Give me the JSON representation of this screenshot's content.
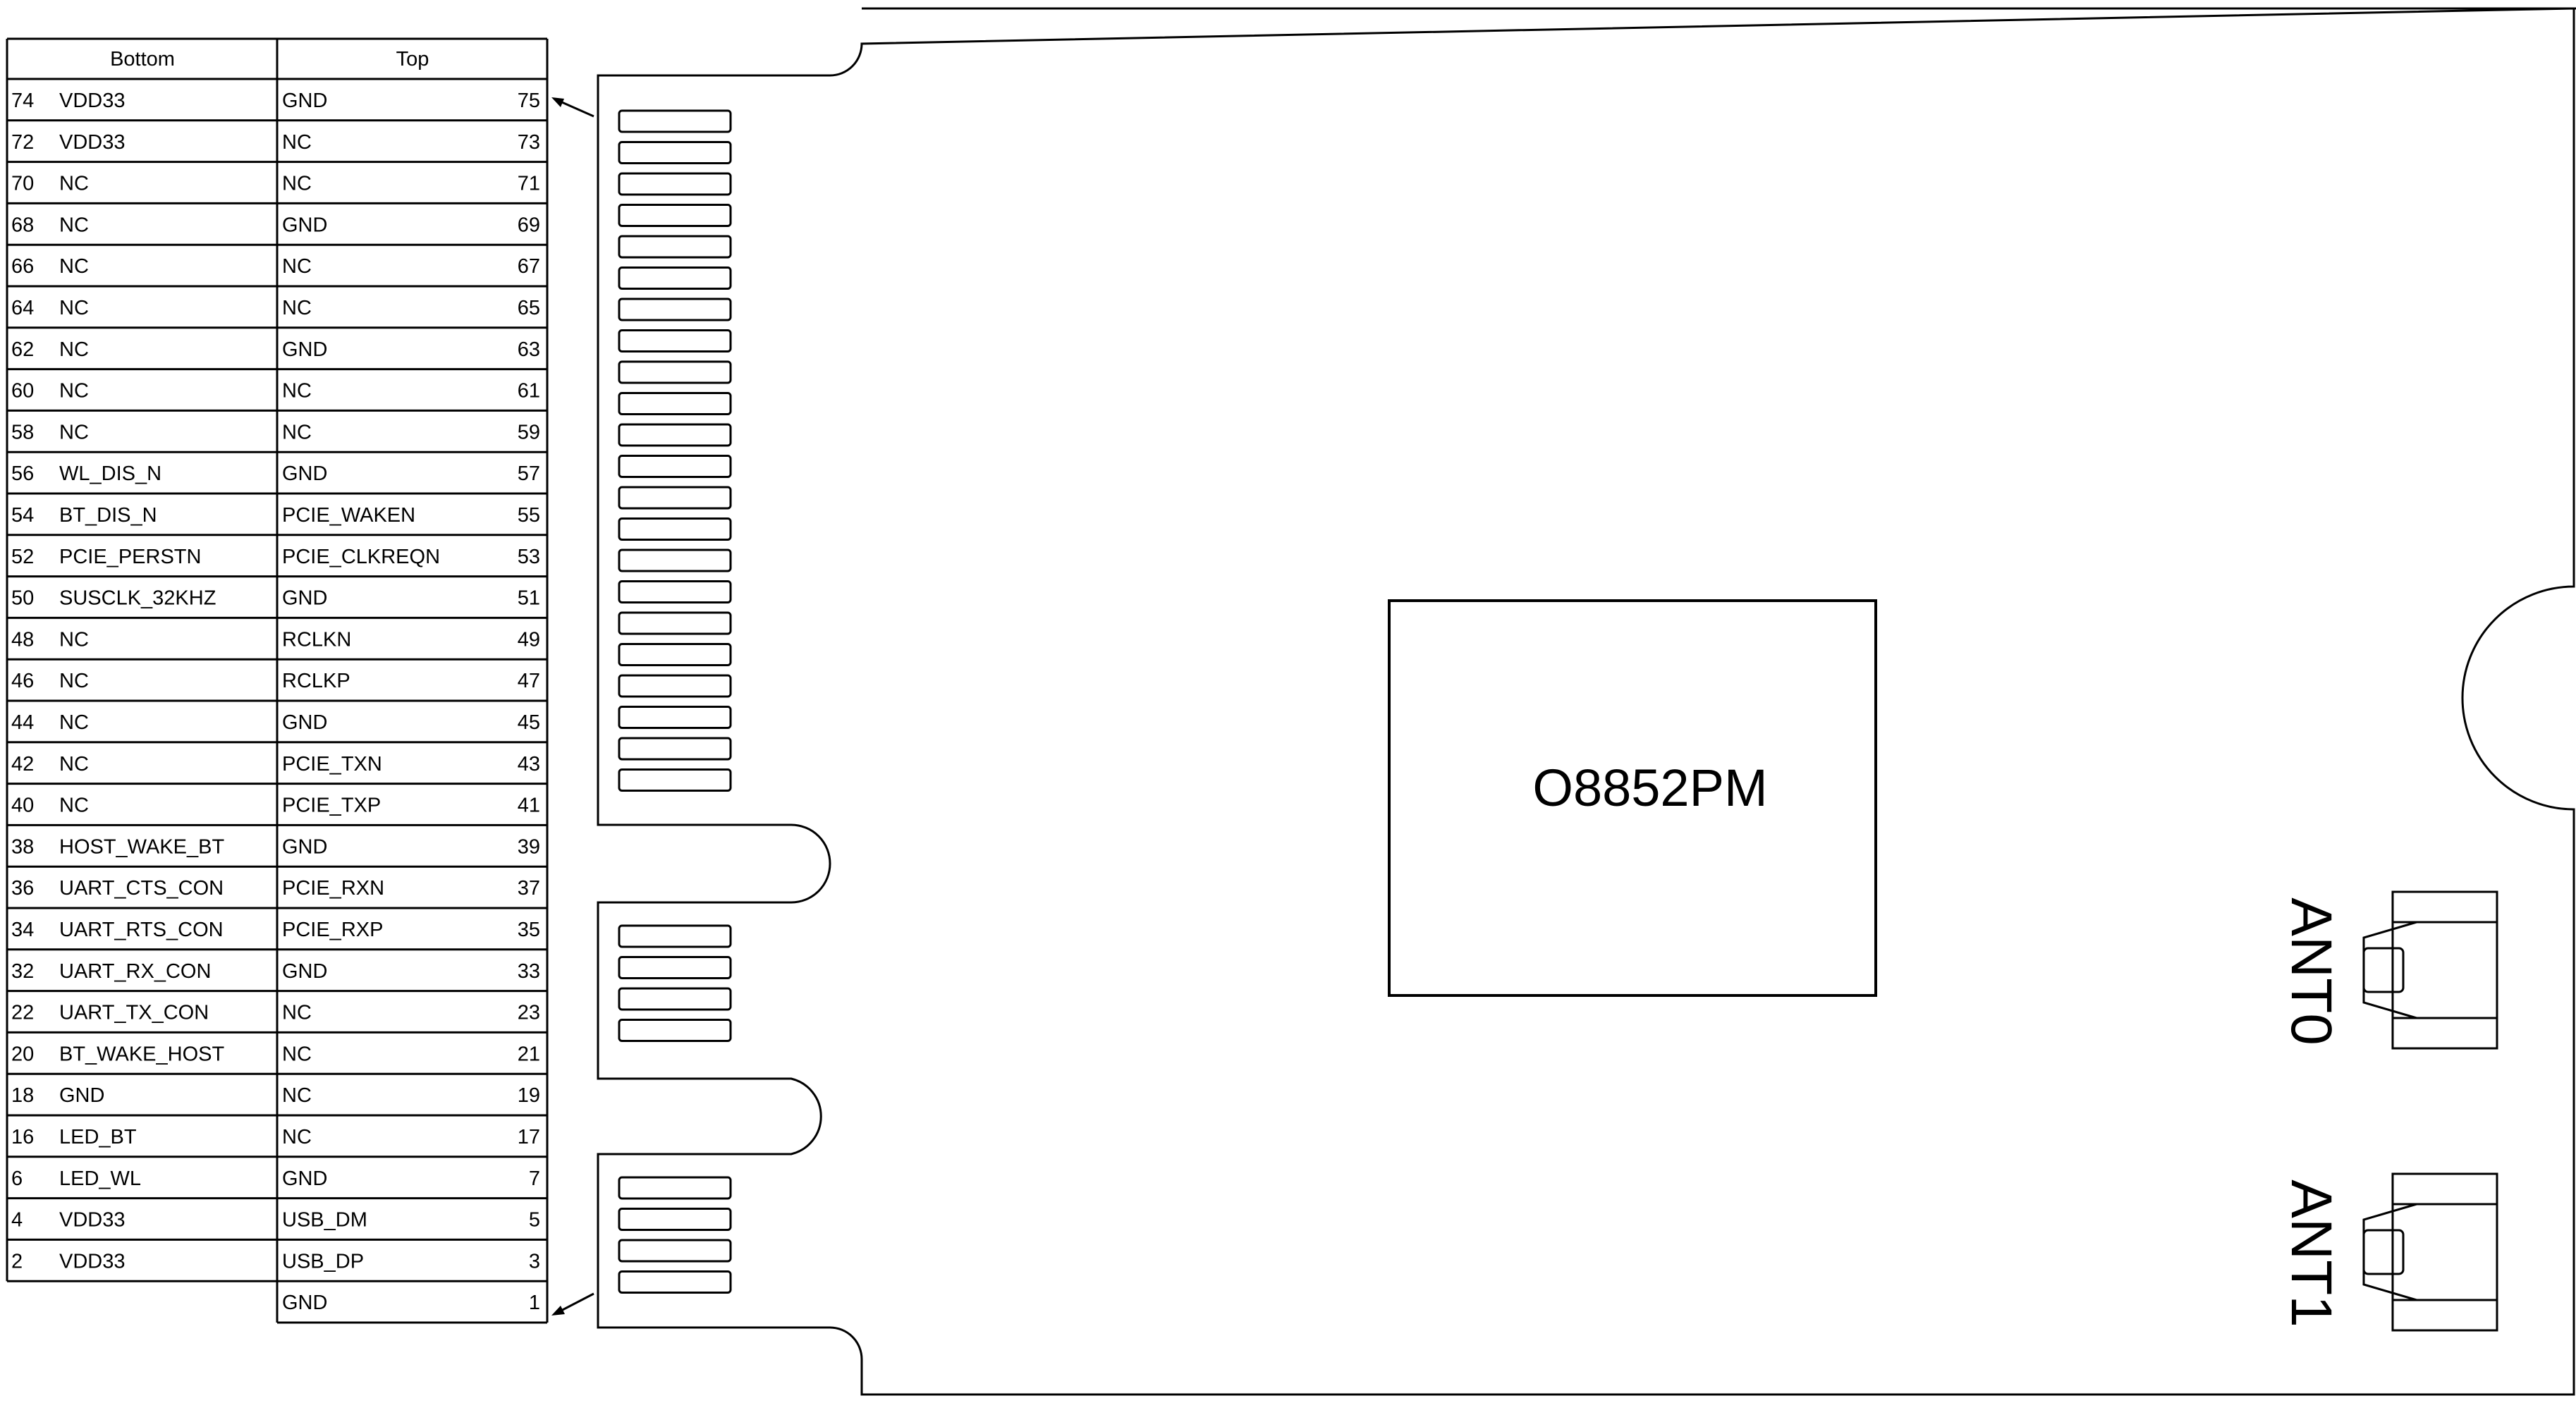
{
  "table": {
    "headers": {
      "bottom": "Bottom",
      "top": "Top"
    },
    "rows": [
      {
        "bn": "74",
        "bs": "VDD33",
        "ts": "GND",
        "tn": "75"
      },
      {
        "bn": "72",
        "bs": "VDD33",
        "ts": "NC",
        "tn": "73"
      },
      {
        "bn": "70",
        "bs": "NC",
        "ts": "NC",
        "tn": "71"
      },
      {
        "bn": "68",
        "bs": "NC",
        "ts": "GND",
        "tn": "69"
      },
      {
        "bn": "66",
        "bs": "NC",
        "ts": "NC",
        "tn": "67"
      },
      {
        "bn": "64",
        "bs": "NC",
        "ts": "NC",
        "tn": "65"
      },
      {
        "bn": "62",
        "bs": "NC",
        "ts": "GND",
        "tn": "63"
      },
      {
        "bn": "60",
        "bs": "NC",
        "ts": "NC",
        "tn": "61"
      },
      {
        "bn": "58",
        "bs": "NC",
        "ts": "NC",
        "tn": "59"
      },
      {
        "bn": "56",
        "bs": "WL_DIS_N",
        "ts": "GND",
        "tn": "57"
      },
      {
        "bn": "54",
        "bs": "BT_DIS_N",
        "ts": "PCIE_WAKEN",
        "tn": "55"
      },
      {
        "bn": "52",
        "bs": "PCIE_PERSTN",
        "ts": "PCIE_CLKREQN",
        "tn": "53"
      },
      {
        "bn": "50",
        "bs": "SUSCLK_32KHZ",
        "ts": "GND",
        "tn": "51"
      },
      {
        "bn": "48",
        "bs": "NC",
        "ts": "RCLKN",
        "tn": "49"
      },
      {
        "bn": "46",
        "bs": "NC",
        "ts": "RCLKP",
        "tn": "47"
      },
      {
        "bn": "44",
        "bs": "NC",
        "ts": "GND",
        "tn": "45"
      },
      {
        "bn": "42",
        "bs": "NC",
        "ts": "PCIE_TXN",
        "tn": "43"
      },
      {
        "bn": "40",
        "bs": "NC",
        "ts": "PCIE_TXP",
        "tn": "41"
      },
      {
        "bn": "38",
        "bs": "HOST_WAKE_BT",
        "ts": "GND",
        "tn": "39"
      },
      {
        "bn": "36",
        "bs": "UART_CTS_CON",
        "ts": "PCIE_RXN",
        "tn": "37"
      },
      {
        "bn": "34",
        "bs": "UART_RTS_CON",
        "ts": "PCIE_RXP",
        "tn": "35"
      },
      {
        "bn": "32",
        "bs": "UART_RX_CON",
        "ts": "GND",
        "tn": "33"
      },
      {
        "bn": "22",
        "bs": "UART_TX_CON",
        "ts": "NC",
        "tn": "23"
      },
      {
        "bn": "20",
        "bs": "BT_WAKE_HOST",
        "ts": "NC",
        "tn": "21"
      },
      {
        "bn": "18",
        "bs": "GND",
        "ts": "NC",
        "tn": "19"
      },
      {
        "bn": "16",
        "bs": "LED_BT",
        "ts": "NC",
        "tn": "17"
      },
      {
        "bn": "6",
        "bs": "LED_WL",
        "ts": "GND",
        "tn": "7"
      },
      {
        "bn": "4",
        "bs": "VDD33",
        "ts": "USB_DM",
        "tn": "5"
      },
      {
        "bn": "2",
        "bs": "VDD33",
        "ts": "USB_DP",
        "tn": "3"
      },
      {
        "bn": "",
        "bs": "",
        "ts": "GND",
        "tn": "1"
      }
    ]
  },
  "chip": {
    "label": "O8852PM"
  },
  "antennas": {
    "ant0": "ANT0",
    "ant1": "ANT1"
  }
}
